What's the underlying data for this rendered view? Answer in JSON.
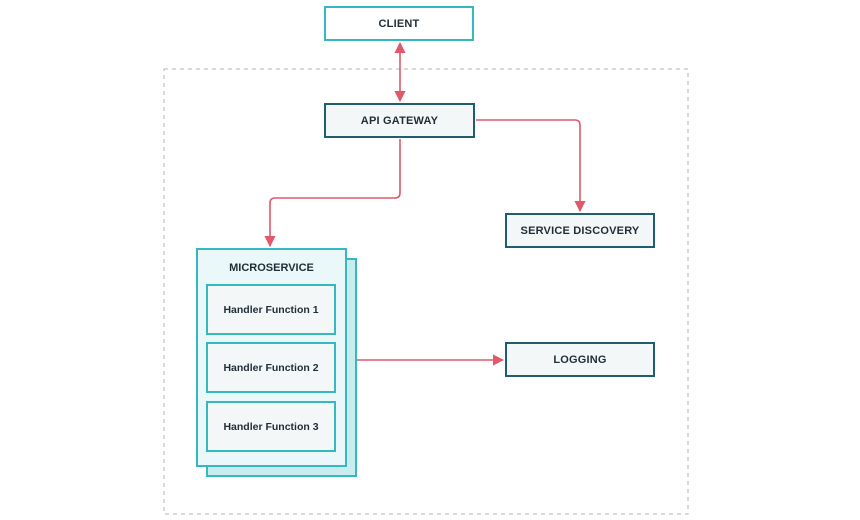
{
  "nodes": {
    "client": "CLIENT",
    "api_gateway": "API GATEWAY",
    "service_discovery": "SERVICE DISCOVERY",
    "microservice": "MICROSERVICE",
    "logging": "LOGGING",
    "handlers": [
      "Handler Function 1",
      "Handler Function 2",
      "Handler Function 3"
    ]
  },
  "colors": {
    "arrow": "#e0586a",
    "teal_border": "#35b8c2",
    "dark_border": "#1f5e6e",
    "boundary": "#b5b5b5",
    "box_fill": "#f4f7f8",
    "microservice_fill": "#eaf8f9",
    "microservice_shadow": "#c9ecef"
  },
  "edges": [
    {
      "from": "client",
      "to": "api_gateway",
      "bidirectional": true
    },
    {
      "from": "api_gateway",
      "to": "service_discovery",
      "bidirectional": false
    },
    {
      "from": "api_gateway",
      "to": "microservice",
      "bidirectional": false
    },
    {
      "from": "microservice",
      "to": "logging",
      "bidirectional": false
    }
  ]
}
